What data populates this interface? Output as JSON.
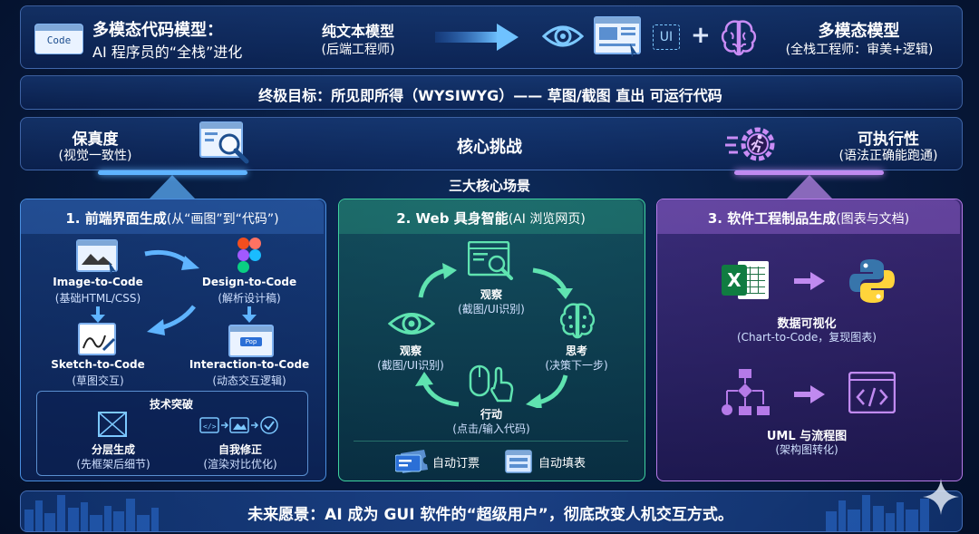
{
  "header": {
    "code_badge": "Code",
    "title_line1": "多模态代码模型：",
    "title_line2": "AI 程序员的“全栈”进化",
    "text_model_title": "纯文本模型",
    "text_model_sub": "(后端工程师)",
    "ui_badge": "UI",
    "plus": "+",
    "mm_title": "多模态模型",
    "mm_sub": "(全栈工程师：审美+逻辑)"
  },
  "goal": "终极目标：所见即所得（WYSIWYG）—— 草图/截图 直出 可运行代码",
  "challenge": {
    "left_title": "保真度",
    "left_sub": "(视觉一致性)",
    "center": "核心挑战",
    "right_title": "可执行性",
    "right_sub": "(语法正确能跑通)"
  },
  "scenes_title": "三大核心场景",
  "panel1": {
    "title": "1. 前端界面生成",
    "title_sub": "(从“画图”到“代码”)",
    "i2c": "Image-to-Code",
    "i2c_sub": "(基础HTML/CSS)",
    "d2c": "Design-to-Code",
    "d2c_sub": "(解析设计稿)",
    "s2c": "Sketch-to-Code",
    "s2c_sub": "(草图交互)",
    "int2c": "Interaction-to-Code",
    "int2c_sub": "(动态交互逻辑)",
    "pop_label": "Pop",
    "tech_title": "技术突破",
    "layer": "分层生成",
    "layer_sub": "(先框架后细节)",
    "fix": "自我修正",
    "fix_sub": "(渲染对比优化)"
  },
  "panel2": {
    "title": "2. Web 具身智能",
    "title_sub": "(AI 浏览网页)",
    "observe_top": "观察",
    "observe_top_sub": "(截图/UI识别)",
    "observe_left": "观察",
    "observe_left_sub": "(截图/UI识别)",
    "think": "思考",
    "think_sub": "(决策下一步)",
    "act": "行动",
    "act_sub": "(点击/输入代码)",
    "ticket": "自动订票",
    "form": "自动填表"
  },
  "panel3": {
    "title": "3. 软件工程制品生成",
    "title_sub": "(图表与文档)",
    "viz": "数据可视化",
    "viz_sub": "(Chart-to-Code，复现图表)",
    "uml": "UML 与流程图",
    "uml_sub": "(架构图转化)",
    "excel_letter": "X"
  },
  "footer": "未来愿景：AI 成为 GUI 软件的“超级用户”，彻底改变人机交互方式。",
  "colors": {
    "panel1": "#4a8fe0",
    "panel2": "#3fd3a0",
    "panel3": "#b57ae8",
    "accent": "#5fb4ff"
  }
}
